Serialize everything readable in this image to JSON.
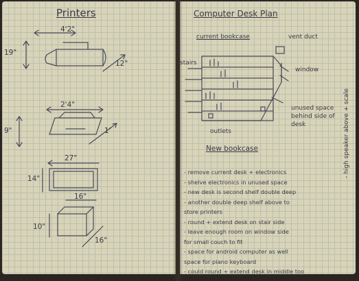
{
  "left_page": {
    "title": "Printers",
    "dims": {
      "width_top": "4'2\"",
      "height_left": "19\"",
      "depth_right": "12\"",
      "width_mid": "2'4\"",
      "height_mid": "9\"",
      "depth_mid": "1'",
      "width_monitor": "27\"",
      "height_monitor": "14\"",
      "width_box": "16\"",
      "height_box": "10\"",
      "depth_box": "16\""
    }
  },
  "right_page": {
    "title": "Computer Desk Plan",
    "labels": {
      "current_bookcase": "current bookcase",
      "vent_duct": "vent duct",
      "window": "window",
      "stairs": "stairs",
      "outlets": "outlets",
      "unused_space": "unused space behind side of desk",
      "new_bookcase": "New bookcase"
    },
    "list": [
      "- remove current desk + electronics",
      "- shelve electronics in unused space",
      "- new desk is second shelf double deep",
      "- another double deep shelf above to",
      "  store printers",
      "- round + extend desk on stair side",
      "- leave enough room on window side",
      "  for small couch to fit",
      "- space for android computer as well",
      "  space for piano keyboard",
      "- could round + extend desk in middle too"
    ],
    "side_note": "- high speaker above + scale"
  }
}
